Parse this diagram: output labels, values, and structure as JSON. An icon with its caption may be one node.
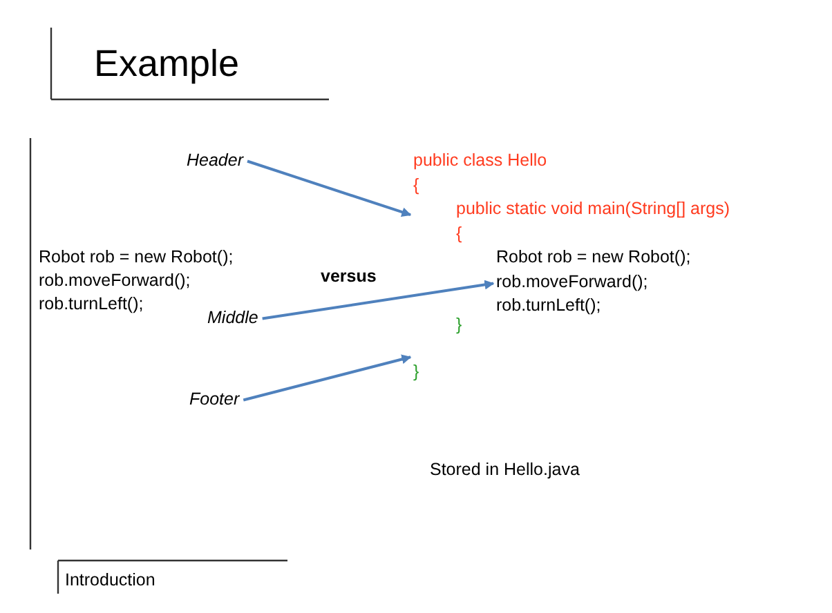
{
  "diagram": {
    "title": "Example",
    "nodes": [
      {
        "text": [
          "Header"
        ]
      },
      {
        "text": [
          "Middle"
        ]
      },
      {
        "text": [
          "Footer"
        ]
      },
      {
        "text": [
          "public class Hello",
          "{",
          "public static void main(String[] args)",
          "{"
        ]
      },
      {
        "text": [
          "Robot rob = new Robot();",
          "rob.moveForward();",
          "rob.turnLeft();"
        ]
      },
      {
        "text": [
          "}",
          "}"
        ]
      }
    ],
    "edges": [
      {
        "from": 0,
        "to": 3,
        "arrow": "to"
      },
      {
        "from": 1,
        "to": 4,
        "arrow": "to"
      },
      {
        "from": 2,
        "to": 5,
        "arrow": "to"
      }
    ],
    "labels": [
      "Robot rob = new Robot();",
      "rob.moveForward();",
      "rob.turnLeft();",
      "versus",
      "Stored in Hello.java",
      "Introduction"
    ]
  }
}
